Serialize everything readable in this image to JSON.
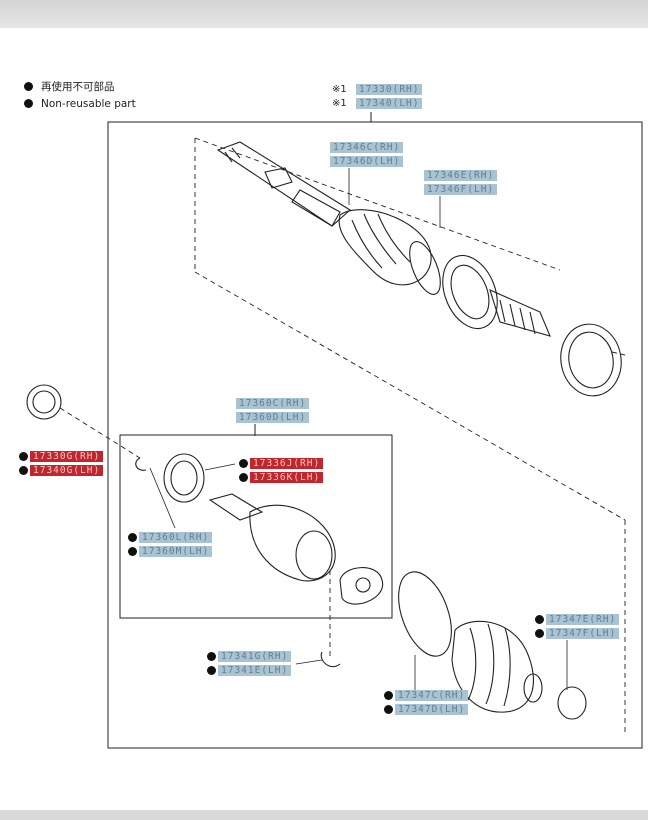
{
  "legend": {
    "jp_label": "再使用不可部品",
    "en_label": "Non-reusable part"
  },
  "mark": "※1",
  "parts": {
    "drive_shaft_rh": "17330(RH)",
    "drive_shaft_lh": "17340(LH)",
    "clamp_a_rh": "17346C(RH)",
    "clamp_a_lh": "17346D(LH)",
    "clamp_b_rh": "17346E(RH)",
    "clamp_b_lh": "17346F(LH)",
    "oil_seal_rh": "17330G(RH)",
    "oil_seal_lh": "17340G(LH)",
    "inboard_assy_rh": "17360C(RH)",
    "inboard_assy_lh": "17360D(LH)",
    "snap_ring_rh": "17336J(RH)",
    "snap_ring_lh": "17336K(LH)",
    "inner_ring_rh": "17360L(RH)",
    "inner_ring_lh": "17360M(LH)",
    "retainer_rh": "17341G(RH)",
    "retainer_lh": "17341E(LH)",
    "boot_clamp_rh": "17347E(RH)",
    "boot_clamp_lh": "17347F(LH)",
    "boot_rh": "17347C(RH)",
    "boot_lh": "17347D(LH)"
  }
}
